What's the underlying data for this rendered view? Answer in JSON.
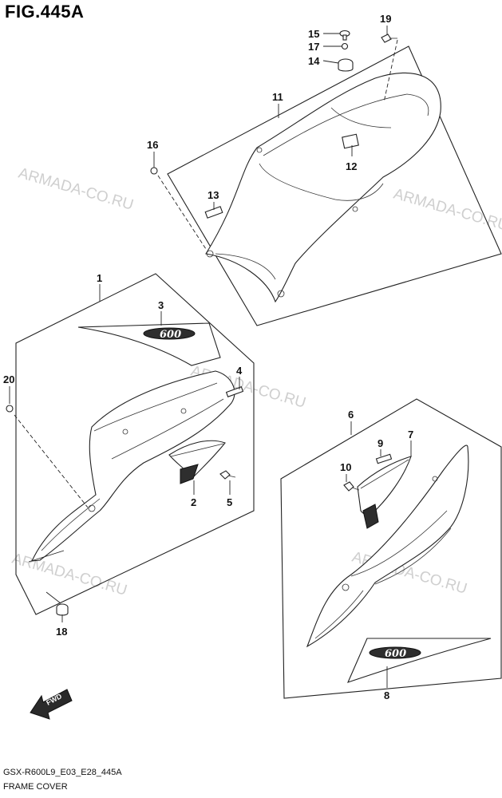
{
  "figure": {
    "title": "FIG.445A",
    "code": "GSX-R600L9_E03_E28_445A",
    "name": "FRAME COVER"
  },
  "watermark": "ARMADA-CO.RU",
  "emblem_text": "600",
  "fwd_label": "FWD",
  "callouts": [
    "1",
    "2",
    "3",
    "4",
    "5",
    "6",
    "7",
    "8",
    "9",
    "10",
    "11",
    "12",
    "13",
    "14",
    "15",
    "16",
    "17",
    "18",
    "19",
    "20"
  ],
  "colors": {
    "line": "#222222",
    "watermark": "#cfcfcf",
    "background": "#ffffff"
  }
}
